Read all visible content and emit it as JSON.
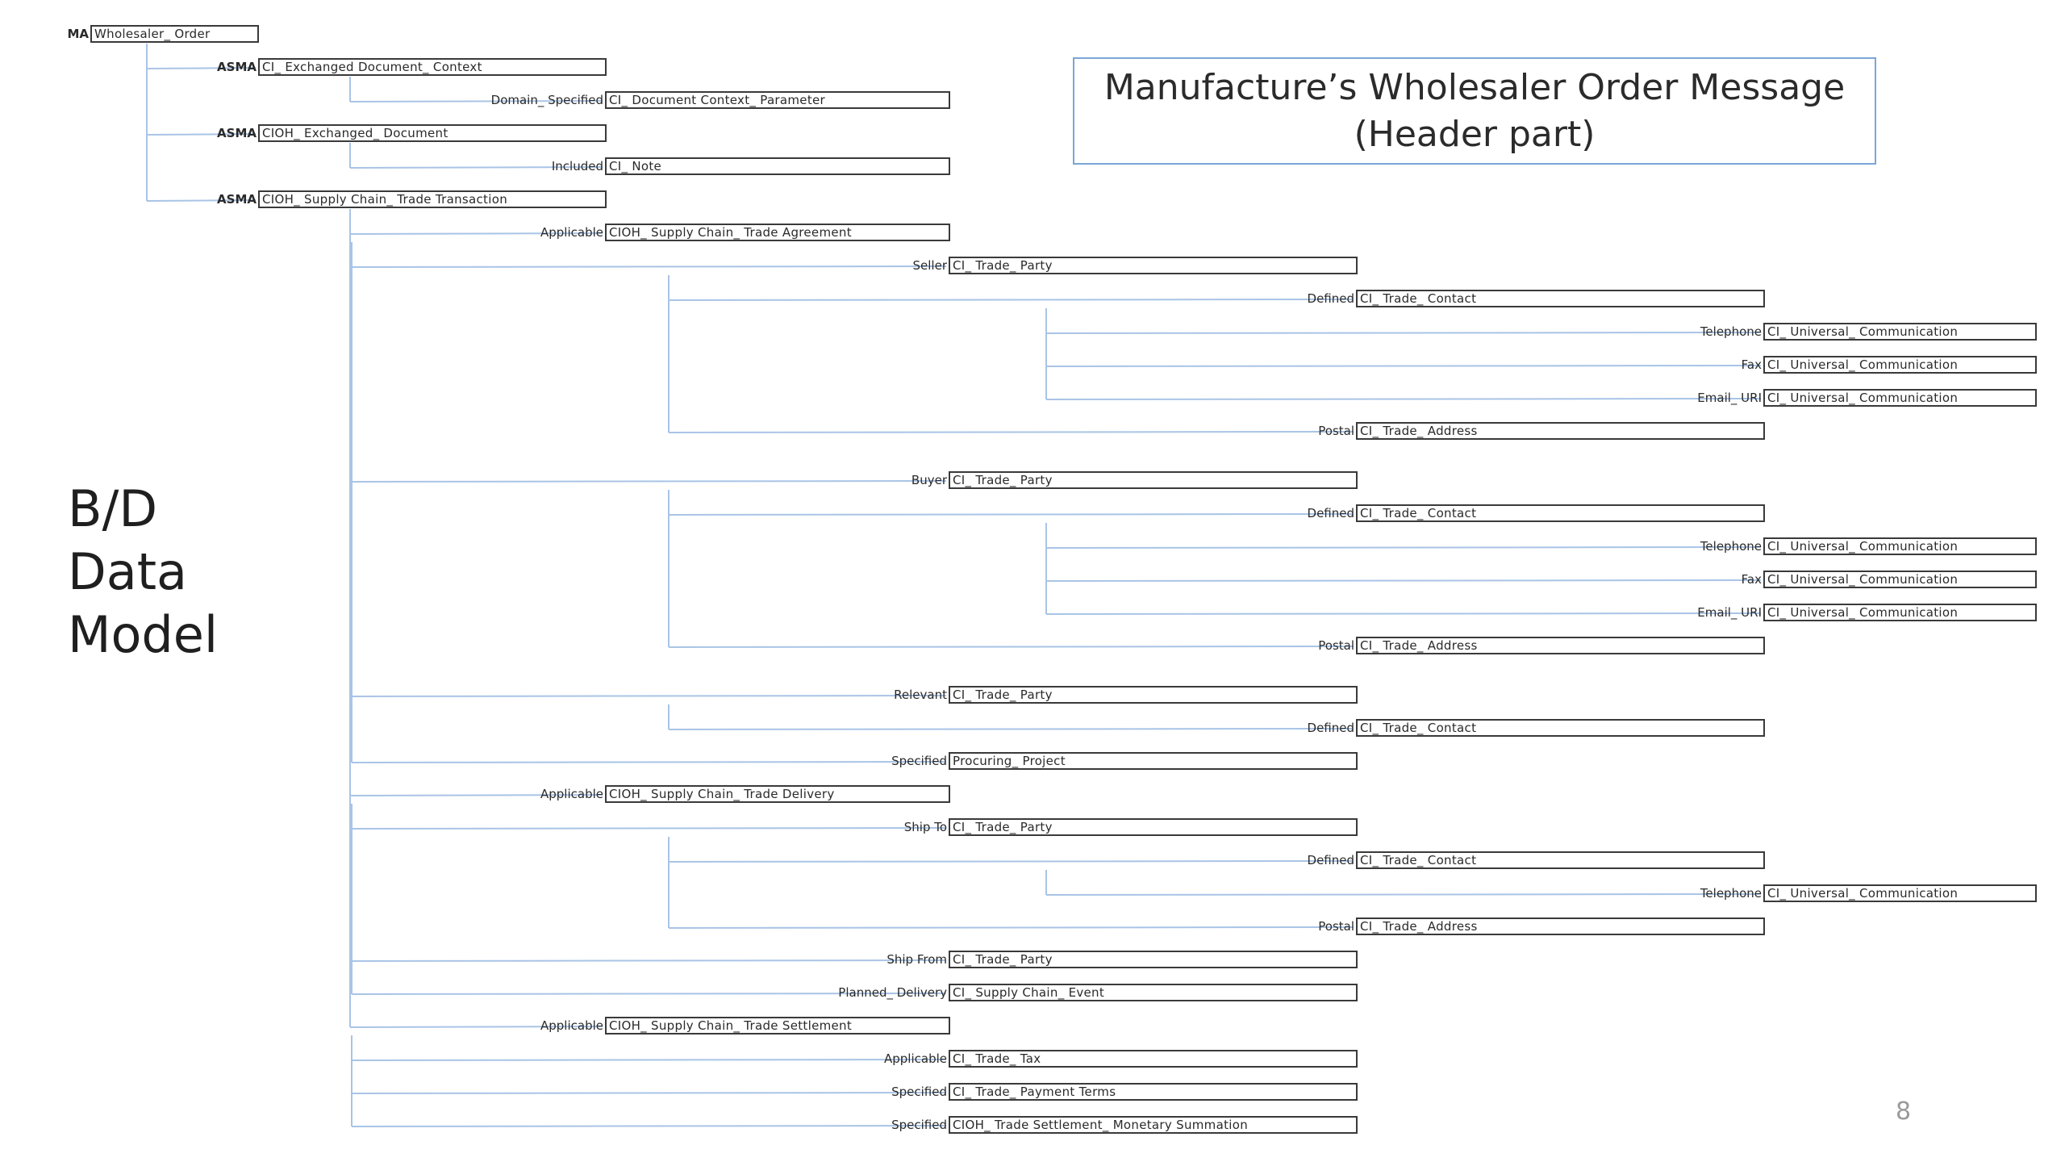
{
  "title": {
    "line1": "Manufacture’s Wholesaler Order Message",
    "line2": "(Header part)"
  },
  "side_label": {
    "line1": "B/D",
    "line2": "Data",
    "line3": "Model"
  },
  "page_number": "8",
  "tree": [
    {
      "id": "root",
      "rel": "MA",
      "cls": "Wholesaler_ Order"
    },
    {
      "id": "n1",
      "parent": "root",
      "rel": "ASMA",
      "cls": "CI_ Exchanged Document_ Context"
    },
    {
      "id": "n1a",
      "parent": "n1",
      "rel": "Domain_ Specified",
      "cls": "CI_ Document Context_ Parameter"
    },
    {
      "id": "n2",
      "parent": "root",
      "rel": "ASMA",
      "cls": "CIOH_ Exchanged_ Document"
    },
    {
      "id": "n2a",
      "parent": "n2",
      "rel": "Included",
      "cls": "CI_ Note"
    },
    {
      "id": "n3",
      "parent": "root",
      "rel": "ASMA",
      "cls": "CIOH_ Supply Chain_ Trade Transaction"
    },
    {
      "id": "ag",
      "parent": "n3",
      "rel": "Applicable",
      "cls": "CIOH_ Supply Chain_ Trade Agreement"
    },
    {
      "id": "seller",
      "parent": "ag",
      "rel": "Seller",
      "cls": "CI_ Trade_ Party"
    },
    {
      "id": "s_def",
      "parent": "seller",
      "rel": "Defined",
      "cls": "CI_ Trade_ Contact"
    },
    {
      "id": "s_tel",
      "parent": "s_def",
      "rel": "Telephone",
      "cls": "CI_ Universal_ Communication"
    },
    {
      "id": "s_fax",
      "parent": "s_def",
      "rel": "Fax",
      "cls": "CI_ Universal_ Communication"
    },
    {
      "id": "s_mail",
      "parent": "s_def",
      "rel": "Email_ URI",
      "cls": "CI_ Universal_ Communication"
    },
    {
      "id": "s_post",
      "parent": "seller",
      "rel": "Postal",
      "cls": "CI_ Trade_ Address"
    },
    {
      "id": "buyer",
      "parent": "ag",
      "rel": "Buyer",
      "cls": "CI_ Trade_ Party"
    },
    {
      "id": "b_def",
      "parent": "buyer",
      "rel": "Defined",
      "cls": "CI_ Trade_ Contact"
    },
    {
      "id": "b_tel",
      "parent": "b_def",
      "rel": "Telephone",
      "cls": "CI_ Universal_ Communication"
    },
    {
      "id": "b_fax",
      "parent": "b_def",
      "rel": "Fax",
      "cls": "CI_ Universal_ Communication"
    },
    {
      "id": "b_mail",
      "parent": "b_def",
      "rel": "Email_ URI",
      "cls": "CI_ Universal_ Communication"
    },
    {
      "id": "b_post",
      "parent": "buyer",
      "rel": "Postal",
      "cls": "CI_ Trade_ Address"
    },
    {
      "id": "relv",
      "parent": "ag",
      "rel": "Relevant",
      "cls": "CI_ Trade_ Party"
    },
    {
      "id": "r_def",
      "parent": "relv",
      "rel": "Defined",
      "cls": "CI_ Trade_ Contact"
    },
    {
      "id": "proj",
      "parent": "ag",
      "rel": "Specified",
      "cls": "Procuring_ Project"
    },
    {
      "id": "dl",
      "parent": "n3",
      "rel": "Applicable",
      "cls": "CIOH_ Supply Chain_ Trade Delivery"
    },
    {
      "id": "shipto",
      "parent": "dl",
      "rel": "Ship To",
      "cls": "CI_ Trade_ Party"
    },
    {
      "id": "st_def",
      "parent": "shipto",
      "rel": "Defined",
      "cls": "CI_ Trade_ Contact"
    },
    {
      "id": "st_tel",
      "parent": "st_def",
      "rel": "Telephone",
      "cls": "CI_ Universal_ Communication"
    },
    {
      "id": "st_post",
      "parent": "shipto",
      "rel": "Postal",
      "cls": "CI_ Trade_ Address"
    },
    {
      "id": "shipfrom",
      "parent": "dl",
      "rel": "Ship From",
      "cls": "CI_ Trade_ Party"
    },
    {
      "id": "planned",
      "parent": "dl",
      "rel": "Planned_ Delivery",
      "cls": "CI_ Supply Chain_ Event"
    },
    {
      "id": "st",
      "parent": "n3",
      "rel": "Applicable",
      "cls": "CIOH_ Supply Chain_ Trade Settlement"
    },
    {
      "id": "tax",
      "parent": "st",
      "rel": "Applicable",
      "cls": "CI_ Trade_ Tax"
    },
    {
      "id": "terms",
      "parent": "st",
      "rel": "Specified",
      "cls": "CI_ Trade_ Payment Terms"
    },
    {
      "id": "mon",
      "parent": "st",
      "rel": "Specified",
      "cls": "CIOH_ Trade Settlement_ Monetary Summation"
    }
  ]
}
